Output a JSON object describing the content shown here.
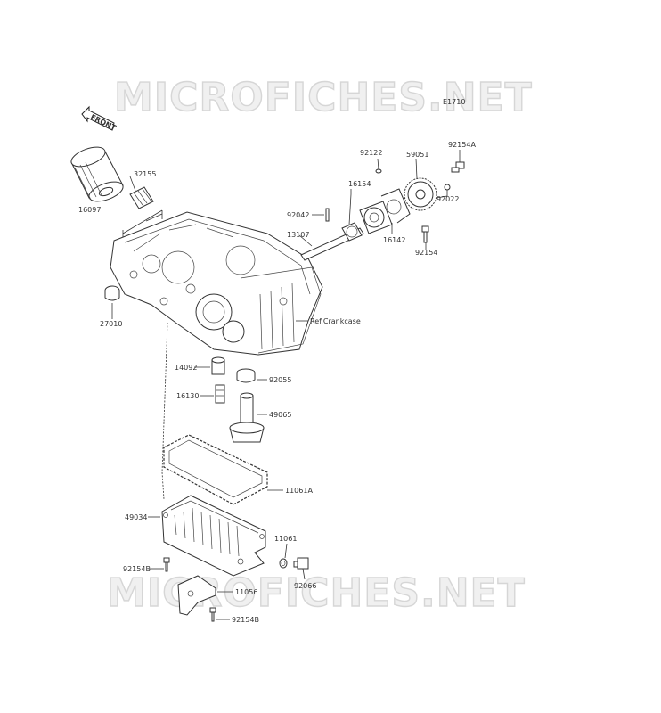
{
  "watermark": {
    "text": "MICROFICHES.NET"
  },
  "diagram_code": "E1710",
  "front_label": "FRONT",
  "ref_label": "Ref.Crankcase",
  "part_numbers": {
    "p32155": "32155",
    "p16097": "16097",
    "p27010": "27010",
    "p92122": "92122",
    "p59051": "59051",
    "p92154A": "92154A",
    "p16154": "16154",
    "p92022": "92022",
    "p92042": "92042",
    "p16142": "16142",
    "p13107": "13107",
    "p92154": "92154",
    "p14092": "14092",
    "p92055": "92055",
    "p16130": "16130",
    "p49065": "49065",
    "p11061A": "11061A",
    "p49034": "49034",
    "p11061": "11061",
    "p92154B_a": "92154B",
    "p92066": "92066",
    "p11056": "11056",
    "p92154B_b": "92154B"
  }
}
